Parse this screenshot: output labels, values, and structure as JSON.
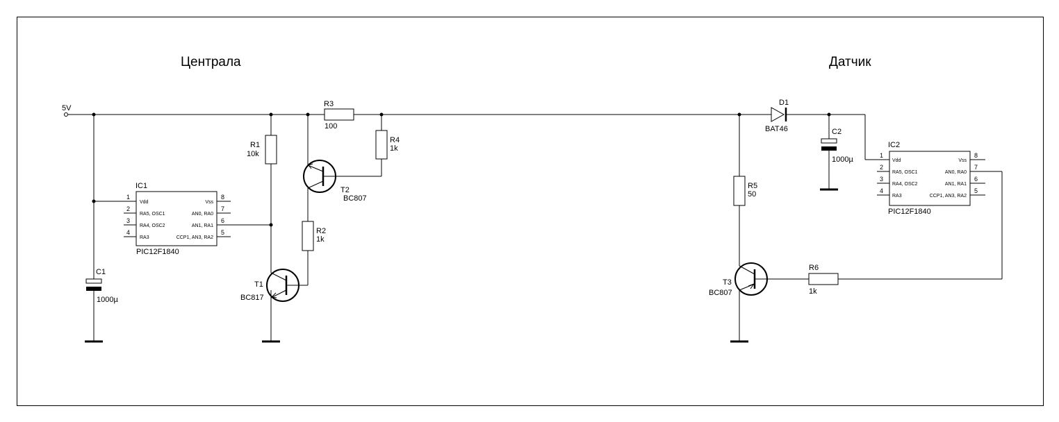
{
  "titles": {
    "left": "Централа",
    "right": "Датчик"
  },
  "supply": {
    "label": "5V"
  },
  "components": {
    "R1": {
      "ref": "R1",
      "value": "10k"
    },
    "R2": {
      "ref": "R2",
      "value": "1k"
    },
    "R3": {
      "ref": "R3",
      "value": "100"
    },
    "R4": {
      "ref": "R4",
      "value": "1k"
    },
    "R5": {
      "ref": "R5",
      "value": "50"
    },
    "R6": {
      "ref": "R6",
      "value": "1k"
    },
    "C1": {
      "ref": "C1",
      "value": "1000µ"
    },
    "C2": {
      "ref": "C2",
      "value": "1000µ"
    },
    "D1": {
      "ref": "D1",
      "value": "BAT46"
    },
    "T1": {
      "ref": "T1",
      "value": "BC817"
    },
    "T2": {
      "ref": "T2",
      "value": "BC807"
    },
    "T3": {
      "ref": "T3",
      "value": "BC807"
    }
  },
  "ics": {
    "IC1": {
      "ref": "IC1",
      "part": "PIC12F1840",
      "left_pins": [
        {
          "num": "1",
          "name": "Vdd"
        },
        {
          "num": "2",
          "name": "RA5, OSC1"
        },
        {
          "num": "3",
          "name": "RA4, OSC2"
        },
        {
          "num": "4",
          "name": "RA3"
        }
      ],
      "right_pins": [
        {
          "num": "8",
          "name": "Vss"
        },
        {
          "num": "7",
          "name": "AN0, RA0"
        },
        {
          "num": "6",
          "name": "AN1, RA1"
        },
        {
          "num": "5",
          "name": "CCP1, AN3, RA2"
        }
      ]
    },
    "IC2": {
      "ref": "IC2",
      "part": "PIC12F1840",
      "left_pins": [
        {
          "num": "1",
          "name": "Vdd"
        },
        {
          "num": "2",
          "name": "RA5, OSC1"
        },
        {
          "num": "3",
          "name": "RA4, OSC2"
        },
        {
          "num": "4",
          "name": "RA3"
        }
      ],
      "right_pins": [
        {
          "num": "8",
          "name": "Vss"
        },
        {
          "num": "7",
          "name": "AN0, RA0"
        },
        {
          "num": "6",
          "name": "AN1, RA1"
        },
        {
          "num": "5",
          "name": "CCP1, AN3, RA2"
        }
      ]
    }
  }
}
